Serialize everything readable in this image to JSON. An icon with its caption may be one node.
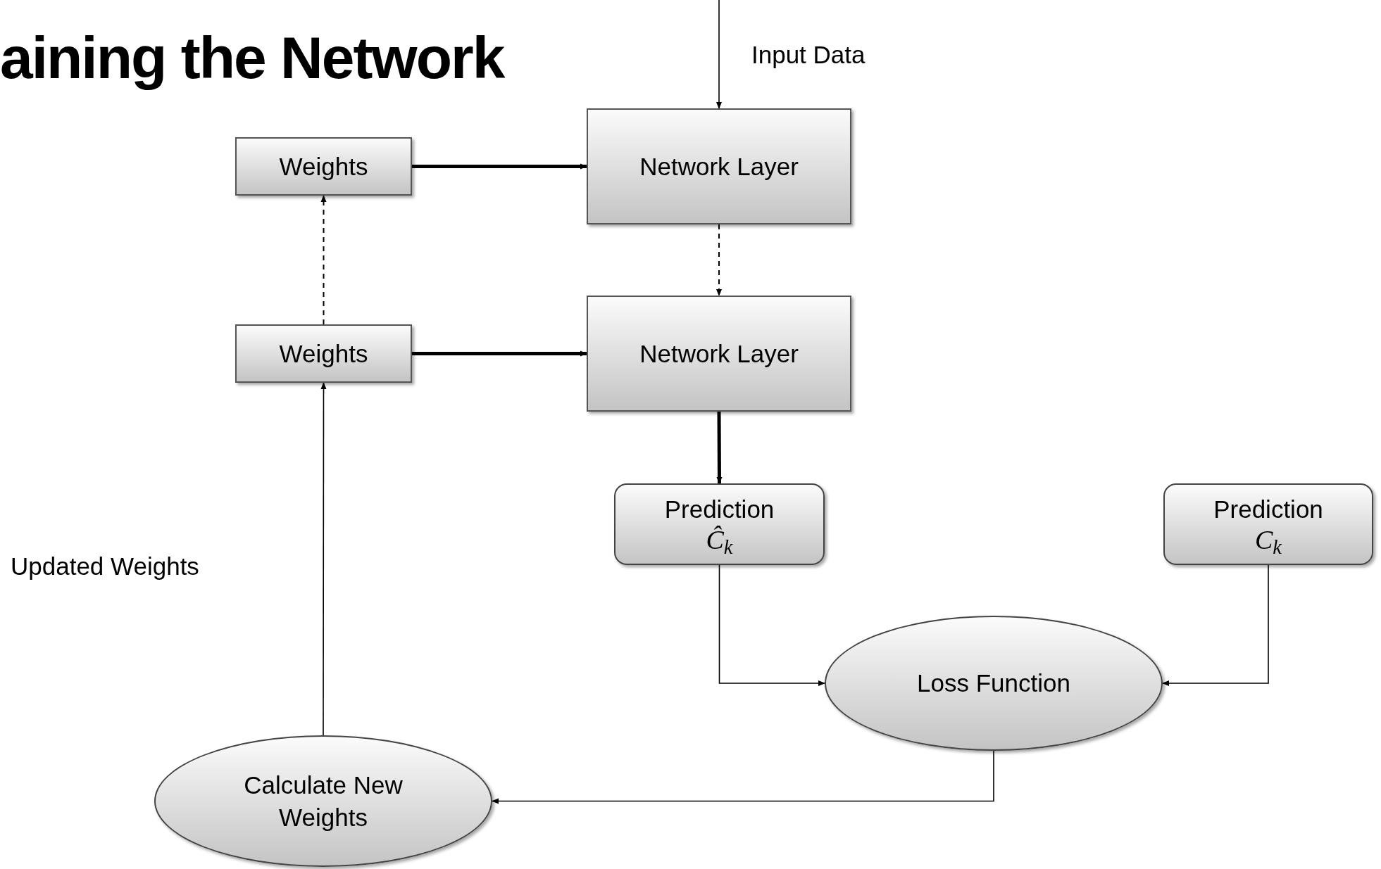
{
  "diagram": {
    "title": "aining the Network",
    "nodes": [
      {
        "text": [
          "Weights"
        ]
      },
      {
        "text": [
          "Network Layer"
        ]
      },
      {
        "text": [
          "Weights"
        ]
      },
      {
        "text": [
          "Network Layer"
        ]
      },
      {
        "text": [
          "Prediction",
          "Ĉ$_{k}$"
        ]
      },
      {
        "text": [
          "Prediction",
          "C$_{k}$"
        ]
      },
      {
        "text": [
          "Loss Function"
        ]
      },
      {
        "text": [
          "Calculate New Weights"
        ]
      }
    ],
    "edges": [
      {
        "from": null,
        "to": 1,
        "arrow": "to"
      },
      {
        "from": 0,
        "to": 1,
        "arrow": "to",
        "style": "thick"
      },
      {
        "from": 2,
        "to": 3,
        "arrow": "to",
        "style": "thick"
      },
      {
        "from": 1,
        "to": 3,
        "arrow": "to",
        "style": "dashed"
      },
      {
        "from": 2,
        "to": 0,
        "arrow": "to",
        "style": "dashed"
      },
      {
        "from": 3,
        "to": 4,
        "arrow": "to",
        "style": "thick"
      },
      {
        "from": 4,
        "to": 6,
        "arrow": "to"
      },
      {
        "from": 5,
        "to": 6,
        "arrow": "to"
      },
      {
        "from": 6,
        "to": 7,
        "arrow": "to"
      },
      {
        "from": 7,
        "to": 2,
        "arrow": "to"
      }
    ],
    "labels": [
      "Input Data",
      "Updated Weights"
    ]
  }
}
